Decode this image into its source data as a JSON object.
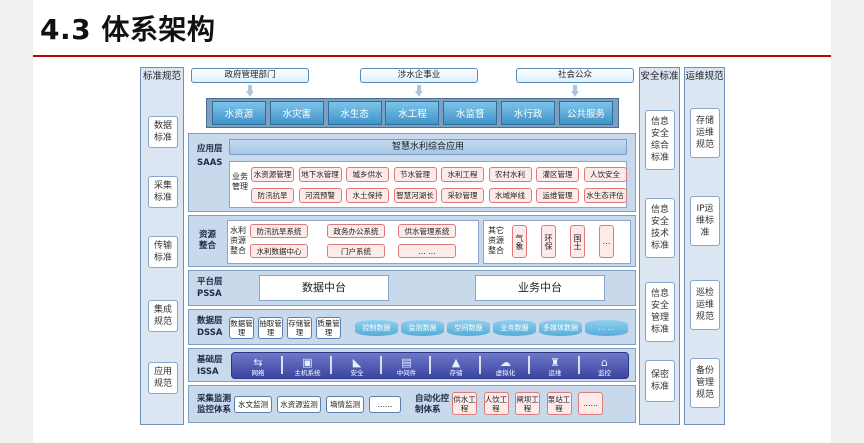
{
  "title": "4.3 体系架构",
  "left_column": {
    "header": "标准规范",
    "items": [
      "数据标准",
      "采集标准",
      "传输标准",
      "集成规范",
      "应用规范"
    ]
  },
  "right_col1": {
    "header": "安全标准",
    "items": [
      "信息安全综合标准",
      "信息安全技术标准",
      "信息安全管理标准",
      "保密标准"
    ]
  },
  "right_col2": {
    "header": "运维规范",
    "items": [
      "存储运维规范",
      "IP运维标准",
      "巡检运维规范",
      "备份管理规范"
    ]
  },
  "orgs": [
    "政府管理部门",
    "涉水企事业",
    "社会公众"
  ],
  "domains": [
    "水资源",
    "水灾害",
    "水生态",
    "水工程",
    "水监督",
    "水行政",
    "公共服务"
  ],
  "app_layer": {
    "label1": "应用层",
    "label2": "SAAS",
    "banner": "智慧水利综合应用",
    "biz_label": "业务管理",
    "row1": [
      "水资源管理",
      "地下水管理",
      "城乡供水",
      "节水管理",
      "水利工程",
      "农村水利",
      "灌区管理",
      "人饮安全"
    ],
    "row2": [
      "防汛抗旱",
      "河流预警",
      "水土保持",
      "智慧河湖长",
      "采砂管理",
      "水域岸线",
      "运维管理",
      "水生态评估"
    ]
  },
  "resource_layer": {
    "label": "资源整合",
    "sub_label": "水利资源整合",
    "row1": [
      "防汛抗旱系统",
      "政务办公系统",
      "供水管理系统"
    ],
    "row2": [
      "水利数据中心",
      "门户系统",
      "… …"
    ],
    "other_label": "其它资源整合",
    "other_items": [
      "气象",
      "环保",
      "国土",
      "…"
    ]
  },
  "platform_layer": {
    "label1": "平台层",
    "label2": "PSSA",
    "data_center": "数据中台",
    "biz_center": "业务中台"
  },
  "data_layer": {
    "label1": "数据层",
    "label2": "DSSA",
    "mgmt": [
      "数据管理",
      "抽取管理",
      "存储管理",
      "质量管理"
    ],
    "dbs": [
      "控制数据",
      "监测数据",
      "空间数据",
      "业务数据",
      "多媒体数据",
      "… …"
    ]
  },
  "base_layer": {
    "label1": "基础层",
    "label2": "ISSA",
    "items": [
      "网络",
      "主机系统",
      "安全",
      "中间件",
      "存储",
      "虚拟化",
      "运维",
      "监控"
    ]
  },
  "monitor_layer": {
    "label": "采集监测监控体系",
    "items": [
      "水文监测",
      "水资源监测",
      "墒情监测",
      "……"
    ],
    "auto_label": "自动化控制体系",
    "auto_items": [
      "供水工程",
      "人饮工程",
      "闸坝工程",
      "泵站工程",
      "……"
    ]
  }
}
